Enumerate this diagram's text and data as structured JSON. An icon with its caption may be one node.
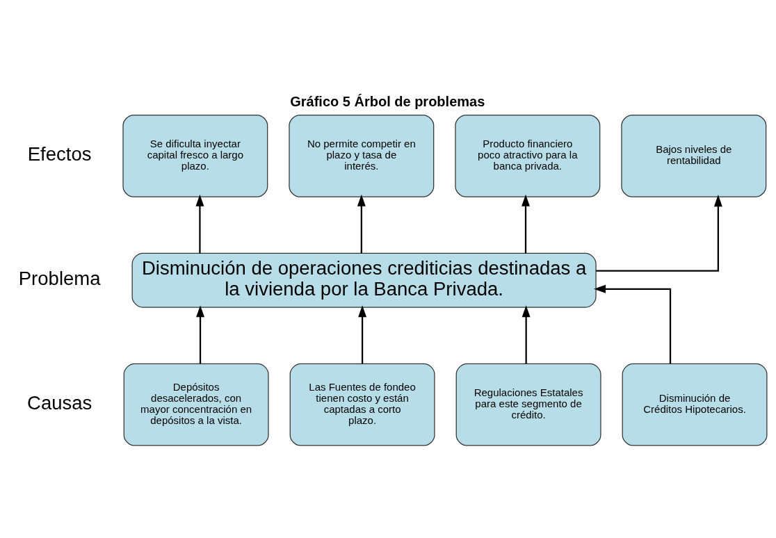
{
  "diagram": {
    "title": "Gráfico 5 Árbol de problemas",
    "nodes": [
      {
        "text": [
          "Se dificulta inyectar capital fresco a largo plazo."
        ]
      },
      {
        "text": [
          "No permite competir en plazo y tasa de interés."
        ]
      },
      {
        "text": [
          "Producto financiero poco atractivo para la banca privada."
        ]
      },
      {
        "text": [
          "Bajos niveles de rentabilidad"
        ]
      },
      {
        "text": [
          "Disminución de operaciones crediticias destinadas a la vivienda por la Banca Privada."
        ]
      },
      {
        "text": [
          "Depósitos desacelerados, con mayor concentración en depósitos a la vista."
        ]
      },
      {
        "text": [
          "Las Fuentes de fondeo tienen costo y están captadas a corto plazo."
        ]
      },
      {
        "text": [
          "Regulaciones Estatales para este segmento de crédito."
        ]
      },
      {
        "text": [
          "Disminución de Créditos Hipotecarios."
        ]
      }
    ],
    "edges": [
      {
        "from": 4,
        "to": 0,
        "arrow": "to"
      },
      {
        "from": 4,
        "to": 1,
        "arrow": "to"
      },
      {
        "from": 4,
        "to": 2,
        "arrow": "to"
      },
      {
        "from": 4,
        "to": 3,
        "arrow": "to"
      },
      {
        "from": 5,
        "to": 4,
        "arrow": "to"
      },
      {
        "from": 6,
        "to": 4,
        "arrow": "to"
      },
      {
        "from": 7,
        "to": 4,
        "arrow": "to"
      },
      {
        "from": 8,
        "to": 4,
        "arrow": "to"
      }
    ],
    "labels": [
      "Efectos",
      "Problema",
      "Causas"
    ]
  }
}
